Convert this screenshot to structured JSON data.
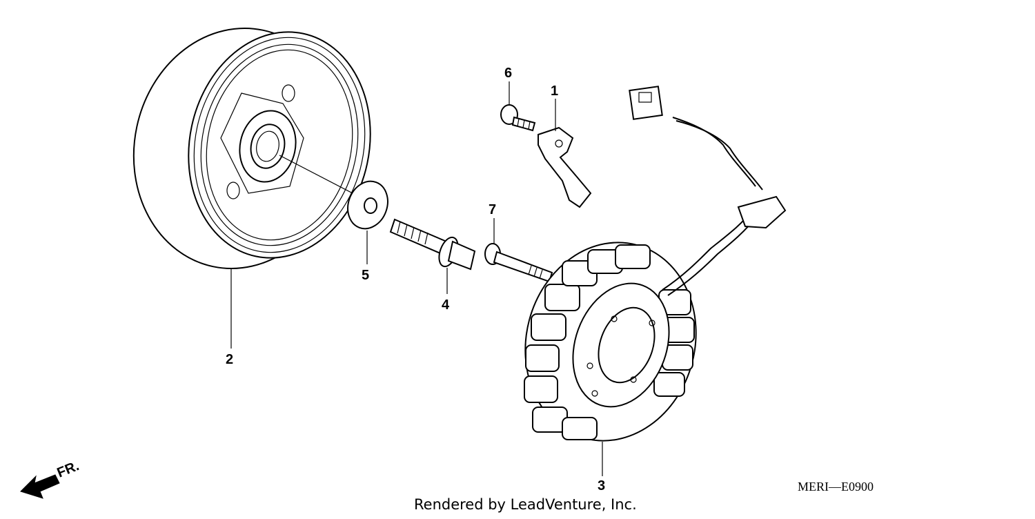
{
  "callouts": {
    "c1": "1",
    "c2": "2",
    "c3": "3",
    "c4": "4",
    "c5": "5",
    "c6": "6",
    "c7": "7"
  },
  "direction_label": "FR.",
  "diagram_code": "MERI—E0900",
  "credit": "Rendered by LeadVenture, Inc."
}
